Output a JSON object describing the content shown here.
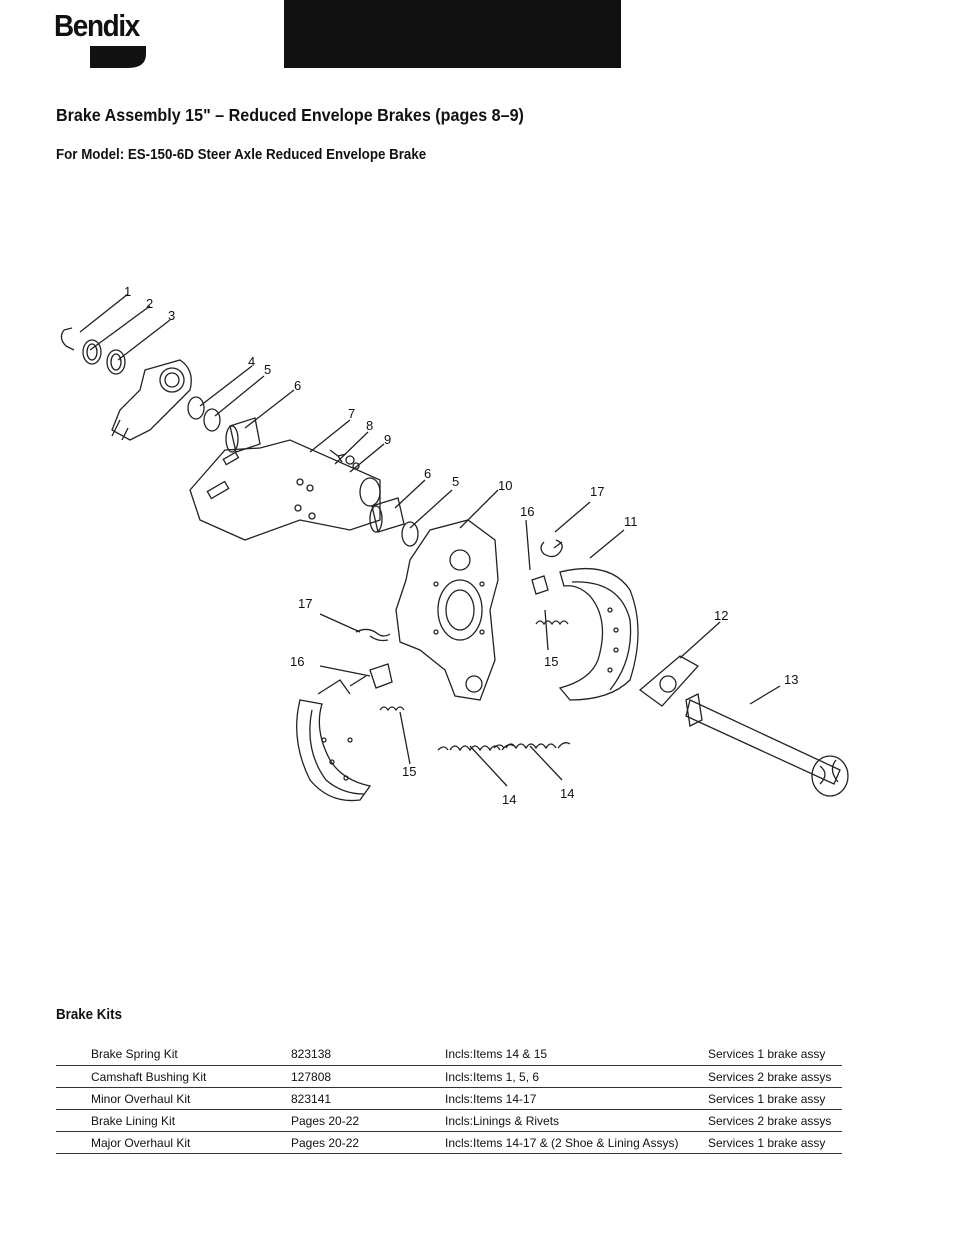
{
  "brand": {
    "name": "Bendix"
  },
  "header": {
    "title": "Brake Assembly 15\" – Reduced Envelope Brakes  (pages 8–9)",
    "subtitle": "For Model: ES-150-6D Steer Axle Reduced Envelope Brake"
  },
  "diagram": {
    "callouts": [
      "1",
      "2",
      "3",
      "4",
      "5",
      "6",
      "7",
      "8",
      "9",
      "6",
      "5",
      "10",
      "16",
      "17",
      "11",
      "17",
      "16",
      "15",
      "12",
      "13",
      "15",
      "14",
      "14"
    ]
  },
  "kits": {
    "heading": "Brake Kits",
    "incl_label": "Incls:",
    "rows": [
      {
        "name": "Brake Spring Kit",
        "part": "823138",
        "incls": "Items 14 & 15",
        "services": "Services 1 brake assy"
      },
      {
        "name": "Camshaft Bushing Kit",
        "part": "127808",
        "incls": "Items 1, 5, 6",
        "services": "Services 2 brake assys"
      },
      {
        "name": "Minor Overhaul Kit",
        "part": "823141",
        "incls": "Items 14-17",
        "services": "Services 1 brake assy"
      },
      {
        "name": "Brake Lining Kit",
        "part": "Pages 20-22",
        "incls": "Linings & Rivets",
        "services": "Services 2 brake assys"
      },
      {
        "name": "Major Overhaul Kit",
        "part": "Pages 20-22",
        "incls": "Items 14-17 & (2 Shoe & Lining Assys)",
        "services": "Services 1 brake assy"
      }
    ]
  }
}
